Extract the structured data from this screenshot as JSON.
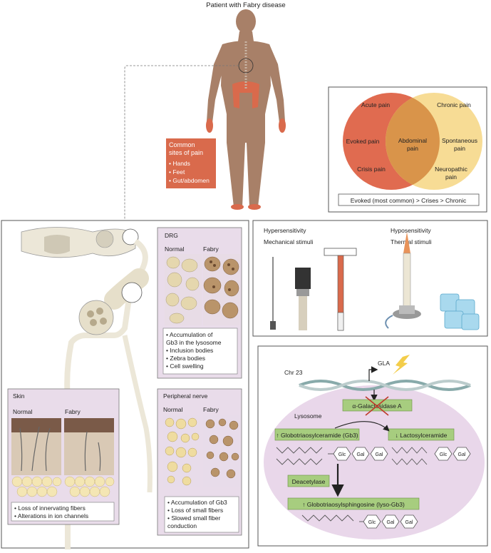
{
  "title": "Patient with Fabry disease",
  "pain_sites": {
    "heading_line1": "Common",
    "heading_line2": "sites of pain",
    "items": [
      "• Hands",
      "• Feet",
      "• Gut/abdomen"
    ]
  },
  "venn": {
    "acute": "Acute pain",
    "evoked": "Evoked pain",
    "crisis": "Crisis pain",
    "abdominal_line1": "Abdominal",
    "abdominal_line2": "pain",
    "chronic": "Chronic pain",
    "spontaneous_line1": "Spontaneous",
    "spontaneous_line2": "pain",
    "neuropathic_line1": "Neuropathic",
    "neuropathic_line2": "pain",
    "order": "Evoked (most common) > Crises > Chronic",
    "colors": {
      "red": "#e06b50",
      "yellow": "#f7dc95",
      "overlap": "#d9944a"
    }
  },
  "sensitivity": {
    "hyper": "Hypersensitivity",
    "mechanical": "Mechanical stimuli",
    "hypo": "Hyposensitivity",
    "thermal": "Thermal stimuli"
  },
  "drg": {
    "title": "DRG",
    "normal": "Normal",
    "fabry": "Fabry",
    "bullets": [
      "• Accumulation of",
      "  Gb3 in the lysosome",
      "• Inclusion bodies",
      "• Zebra bodies",
      "• Cell swelling"
    ]
  },
  "skin": {
    "title": "Skin",
    "normal": "Normal",
    "fabry": "Fabry",
    "bullets": [
      "• Loss of innervating fibers",
      "• Alterations in ion channels"
    ]
  },
  "nerve": {
    "title": "Peripheral nerve",
    "normal": "Normal",
    "fabry": "Fabry",
    "bullets": [
      "• Accumulation of Gb3",
      "• Loss of small fibers",
      "• Slowed small fiber",
      "  conduction"
    ]
  },
  "pathway": {
    "chr": "Chr 23",
    "gene": "GLA",
    "enzyme": "α-Galactosidase A",
    "lysosome": "Lysosome",
    "gb3": "↑ Globotriaosylceramide (Gb3)",
    "lactosyl": "↓ Lactosylceramide",
    "deacetylase": "Deacetylase",
    "lysogb3": "↑ Globotriaosylsphingosine (lyso-Gb3)",
    "glc": "Glc",
    "gal": "Gal"
  }
}
